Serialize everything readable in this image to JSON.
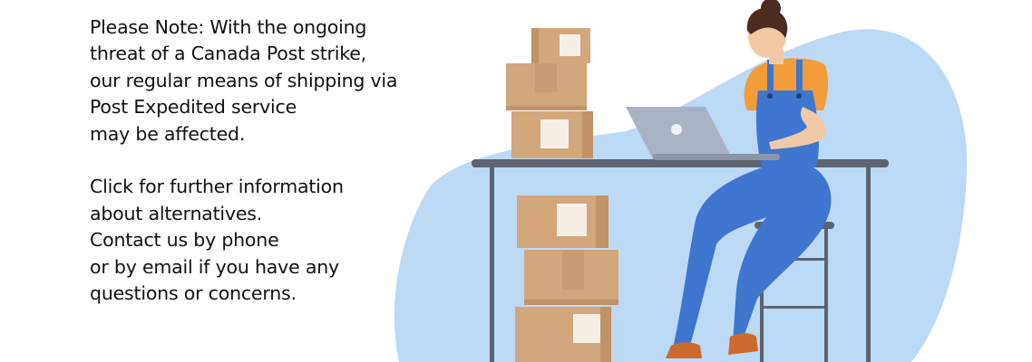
{
  "banner": {
    "paragraph1": [
      "Please Note: With the ongoing",
      "threat of a Canada Post strike,",
      "our regular means of shipping via",
      "Post Expedited service",
      "may be affected."
    ],
    "paragraph2": [
      "Click for further information",
      "about alternatives.",
      "Contact us by phone",
      "or by email if you have any",
      "questions or concerns."
    ]
  },
  "illustration": {
    "subject": "person-working-on-laptop-with-shipping-boxes",
    "icons": [
      "laptop-icon",
      "shipping-box-icon"
    ],
    "colors": {
      "blob": "#bcd9f6",
      "box": "#d2a77c",
      "box_shade": "#c19367",
      "label": "#f7efe6",
      "desk": "#5d6470",
      "overalls": "#3f76cf",
      "shirt": "#f39c3a",
      "skin": "#f2c9a7",
      "hair": "#4a2c22",
      "laptop": "#a9b2c2",
      "shoes": "#cc6a2e"
    }
  }
}
